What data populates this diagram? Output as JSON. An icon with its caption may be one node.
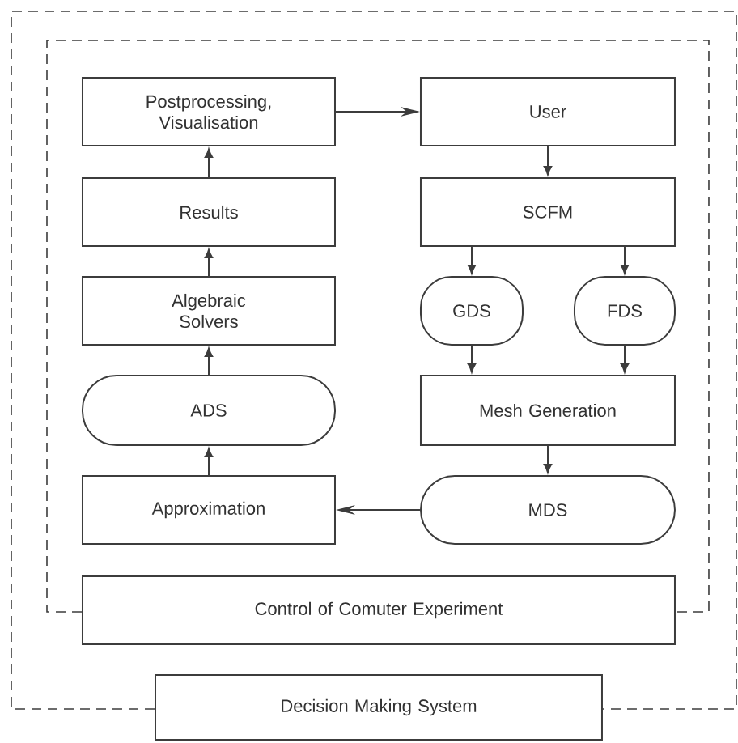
{
  "diagram": {
    "nodes": [
      {
        "text": [
          "Postprocessing, Visualisation"
        ]
      },
      {
        "text": [
          "User"
        ]
      },
      {
        "text": [
          "Results"
        ]
      },
      {
        "text": [
          "SCFM"
        ]
      },
      {
        "text": [
          "Algebraic Solvers"
        ]
      },
      {
        "text": [
          "GDS"
        ]
      },
      {
        "text": [
          "FDS"
        ]
      },
      {
        "text": [
          "ADS"
        ]
      },
      {
        "text": [
          "Mesh Generation"
        ]
      },
      {
        "text": [
          "Approximation"
        ]
      },
      {
        "text": [
          "MDS"
        ]
      },
      {
        "text": [
          "Control of Comuter Experiment"
        ]
      },
      {
        "text": [
          "Decision Making System"
        ]
      }
    ],
    "edges": [
      {
        "from": 0,
        "to": 1,
        "arrow": "to"
      },
      {
        "from": 1,
        "to": 3,
        "arrow": "to"
      },
      {
        "from": 3,
        "to": 5,
        "arrow": "to"
      },
      {
        "from": 3,
        "to": 6,
        "arrow": "to"
      },
      {
        "from": 5,
        "to": 8,
        "arrow": "to"
      },
      {
        "from": 6,
        "to": 8,
        "arrow": "to"
      },
      {
        "from": 8,
        "to": 10,
        "arrow": "to"
      },
      {
        "from": 10,
        "to": 9,
        "arrow": "to"
      },
      {
        "from": 9,
        "to": 7,
        "arrow": "to"
      },
      {
        "from": 7,
        "to": 4,
        "arrow": "to"
      },
      {
        "from": 4,
        "to": 2,
        "arrow": "to"
      },
      {
        "from": 2,
        "to": 0,
        "arrow": "to"
      }
    ]
  }
}
